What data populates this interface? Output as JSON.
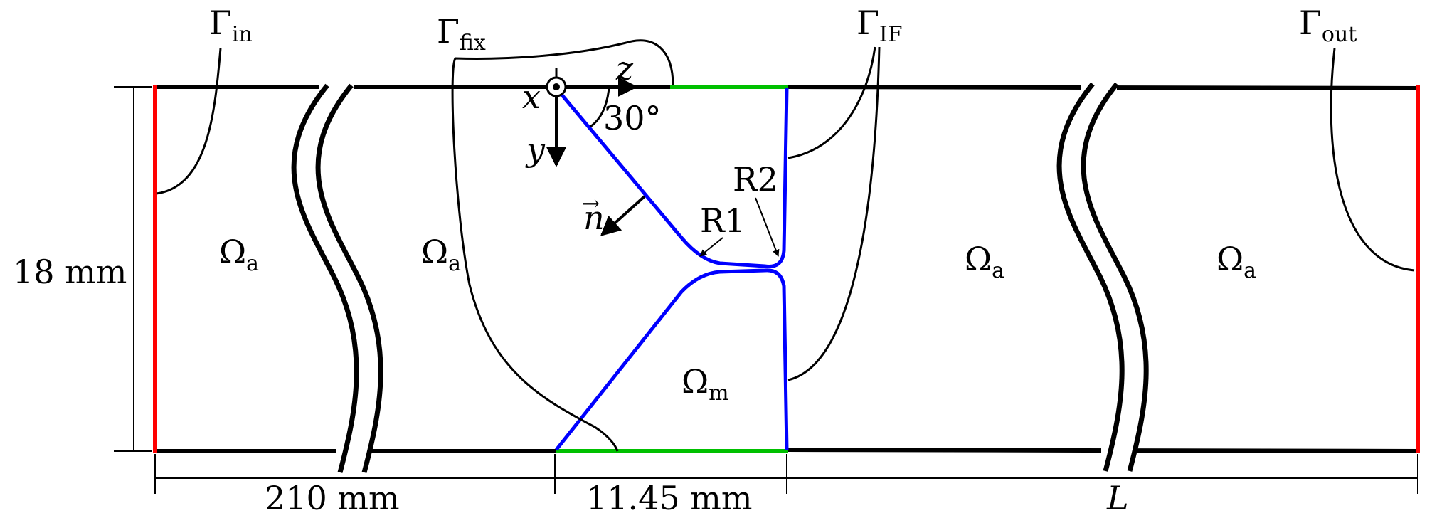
{
  "colors": {
    "wall": "#000000",
    "inlet_outlet": "#ff0000",
    "fixed_boundary": "#00c000",
    "interface": "#0000ff"
  },
  "labels": {
    "gamma_in": {
      "symbol": "Γ",
      "sub": "in"
    },
    "gamma_fix": {
      "symbol": "Γ",
      "sub": "fix"
    },
    "gamma_if": {
      "symbol": "Γ",
      "sub": "IF"
    },
    "gamma_out": {
      "symbol": "Γ",
      "sub": "out"
    },
    "omega_a": {
      "symbol": "Ω",
      "sub": "a"
    },
    "omega_m": {
      "symbol": "Ω",
      "sub": "m"
    },
    "r1": "R1",
    "r2": "R2",
    "normal": "n",
    "normal_arrow": "→",
    "angle": "30°",
    "axis_x": "x",
    "axis_y": "y",
    "axis_z": "z"
  },
  "dimensions": {
    "height": "18 mm",
    "inlet_length": "210 mm",
    "valve_length": "11.45 mm",
    "outlet_length": "L"
  }
}
